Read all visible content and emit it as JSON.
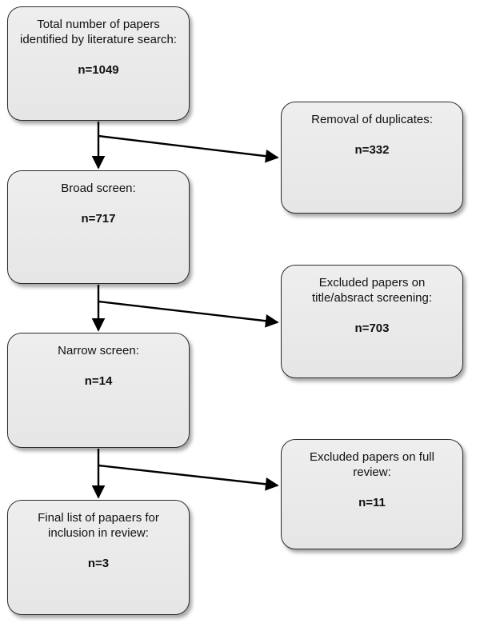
{
  "boxes": {
    "identified": {
      "label": "Total number of papers identified by literature search:",
      "count": "n=1049"
    },
    "broad": {
      "label": "Broad screen:",
      "count": "n=717"
    },
    "narrow": {
      "label": "Narrow screen:",
      "count": "n=14"
    },
    "final": {
      "label": "Final list of papaers for inclusion in review:",
      "count": "n=3"
    },
    "duplicates": {
      "label": "Removal of duplicates:",
      "count": "n=332"
    },
    "excl_title": {
      "label": "Excluded papers on title/absract screening:",
      "count": "n=703"
    },
    "excl_full": {
      "label": "Excluded papers on full review:",
      "count": "n=11"
    }
  },
  "colors": {
    "box_fill": "#e9e9e9",
    "box_border": "#2b2b2b",
    "arrow": "#000000"
  }
}
